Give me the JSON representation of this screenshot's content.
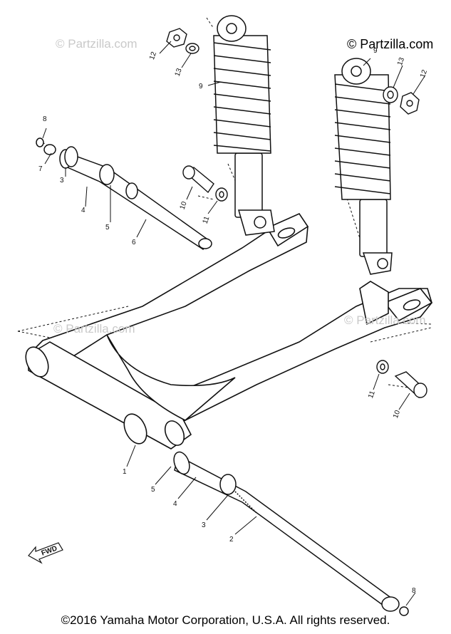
{
  "watermarks": {
    "top_left": "© Partzilla.com",
    "top_right": "© Partzilla.com",
    "middle_left": "© Partzilla.com",
    "middle_right": "© Partzilla.com"
  },
  "footer": {
    "copyright": "©2016 Yamaha Motor Corporation, U.S.A. All rights reserved."
  },
  "direction_label": "FWD",
  "callouts": {
    "c1": "1",
    "c2": "2",
    "c3a": "3",
    "c3b": "3",
    "c4a": "4",
    "c4b": "4",
    "c5a": "5",
    "c5b": "5",
    "c6": "6",
    "c7": "7",
    "c8a": "8",
    "c8b": "8",
    "c9a": "9",
    "c9b": "9",
    "c10a": "10",
    "c10b": "10",
    "c11a": "11",
    "c11b": "11",
    "c12a": "12",
    "c12b": "12",
    "c13a": "13",
    "c13b": "13"
  }
}
